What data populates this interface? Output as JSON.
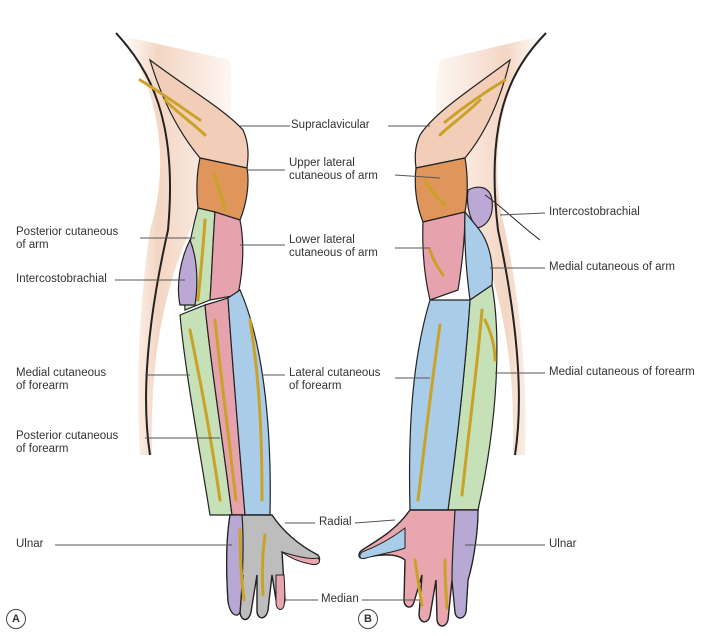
{
  "panels": [
    {
      "letter": "A"
    },
    {
      "letter": "B"
    }
  ],
  "labels": {
    "supraclavicular": "Supraclavicular",
    "upper_lateral": "Upper lateral\ncutaneous of arm",
    "lower_lateral": "Lower lateral\ncutaneous of arm",
    "lateral_forearm": "Lateral cutaneous\nof forearm",
    "radial": "Radial",
    "median": "Median",
    "posterior_arm": "Posterior cutaneous\nof arm",
    "intercostobrachial_a": "Intercostobrachial",
    "medial_forearm_a": "Medial cutaneous\nof forearm",
    "posterior_forearm": "Posterior cutaneous\nof forearm",
    "ulnar_a": "Ulnar",
    "intercostobrachial_b": "Intercostobrachial",
    "medial_arm_b": "Medial cutaneous of arm",
    "medial_forearm_b": "Medial cutaneous of forearm",
    "ulnar_b": "Ulnar"
  },
  "colors": {
    "supraclavicular": "#f2cdb8",
    "axillary": "#e0955a",
    "radial": "#e6a3ae",
    "lateral_forearm": "#a9cde9",
    "medial_arm": "#bba8d5",
    "medial_forearm": "#c6e0b7",
    "ulnar": "#b8a8d4",
    "median": "#e8a6ae",
    "posterior_forearm": "#e6a3ae",
    "hand_dorsal": "#bdbdbd",
    "body_shadow": "#f4d6c3",
    "nerve": "#c9a227",
    "outline": "#222222"
  }
}
